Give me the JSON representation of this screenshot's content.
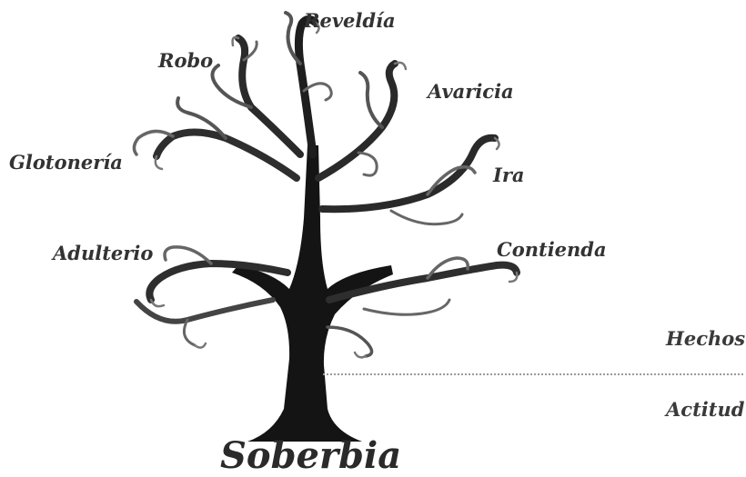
{
  "root": "Soberbia",
  "branches": {
    "reveldia": "Reveldía",
    "robo": "Robo",
    "avaricia": "Avaricia",
    "glotoneria": "Glotonería",
    "ira": "Ira",
    "adulterio": "Adulterio",
    "contienda": "Contienda"
  },
  "levels": {
    "upper": "Hechos",
    "lower": "Actitud"
  }
}
